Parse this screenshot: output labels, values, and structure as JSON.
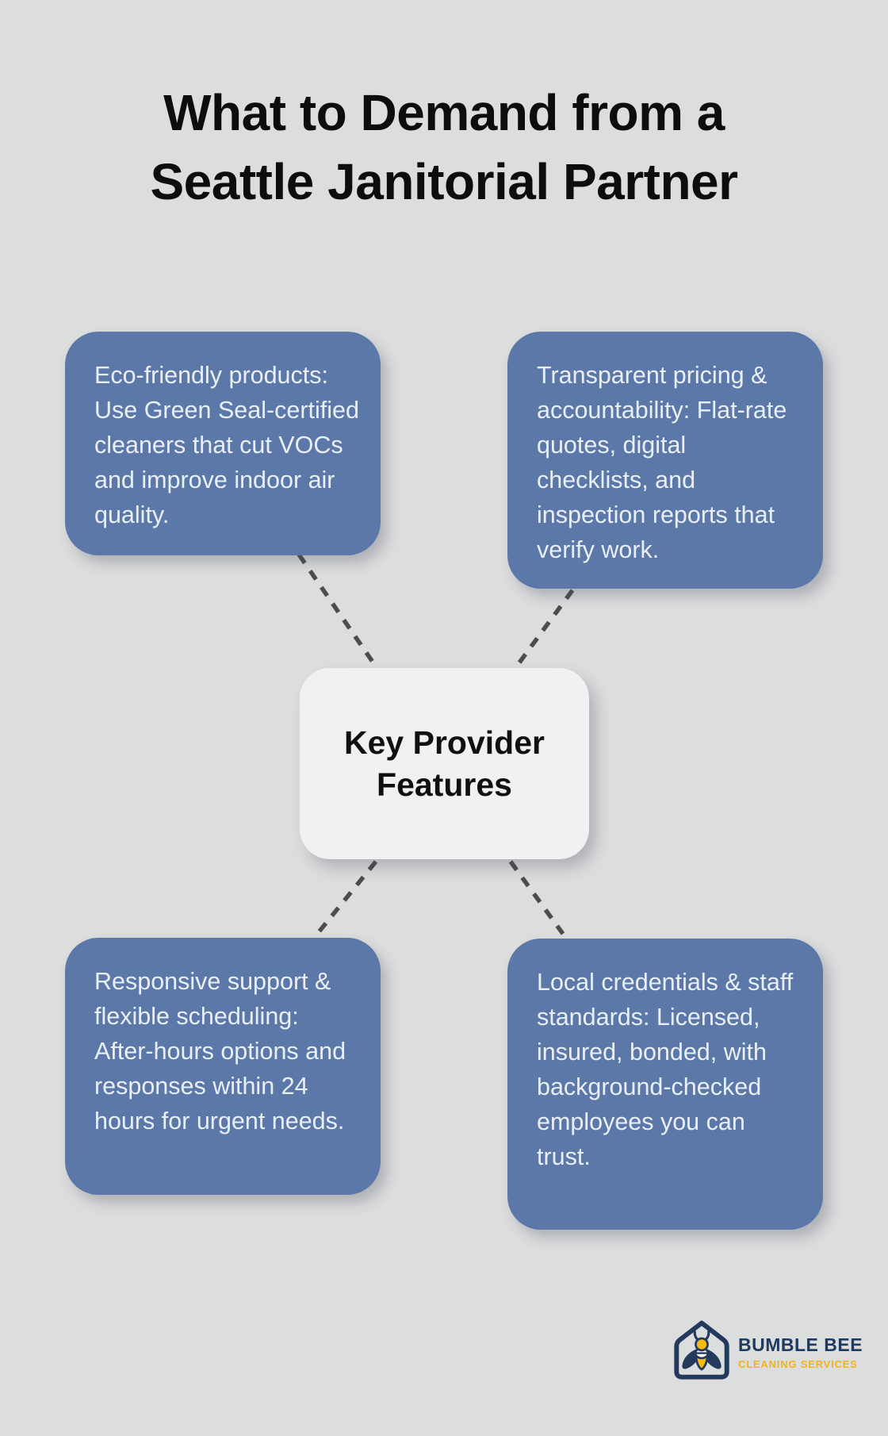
{
  "title": {
    "line1": "What to Demand from a",
    "line2": "Seattle Janitorial Partner"
  },
  "center_node": {
    "label": "Key Provider Features"
  },
  "cards": [
    {
      "position": "top-left",
      "text": "Eco-friendly products: Use Green Seal-certified cleaners that cut VOCs and improve indoor air quality."
    },
    {
      "position": "top-right",
      "text": "Transparent pricing & accountability: Flat-rate quotes, digital checklists, and inspection reports that verify work."
    },
    {
      "position": "bottom-left",
      "text": "Responsive support & flexible scheduling: After-hours options and responses within 24 hours for urgent needs."
    },
    {
      "position": "bottom-right",
      "text": "Local credentials & staff standards: Licensed, insured, bonded, with background-checked employees you can trust."
    }
  ],
  "logo": {
    "brand": "BUMBLE BEE",
    "tagline": "CLEANING SERVICES"
  },
  "colors": {
    "background": "#dcdddd",
    "card_blue": "#5c78a8",
    "card_text": "#e9eff7",
    "center_bg": "#f0f1f2",
    "title_text": "#0d0d0d",
    "connector_gray": "#4d4d4d",
    "brand_navy": "#243a5d",
    "brand_yellow": "#f2b31b",
    "bee_yellow": "#f6bb10"
  }
}
